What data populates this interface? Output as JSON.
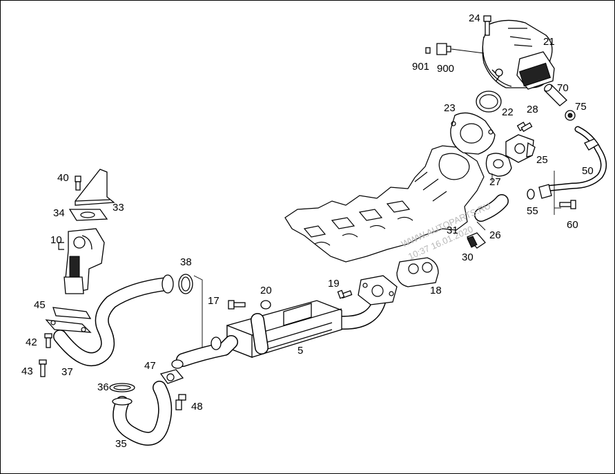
{
  "callouts": [
    {
      "id": "c24",
      "text": "24"
    },
    {
      "id": "c21",
      "text": "21"
    },
    {
      "id": "c901",
      "text": "901"
    },
    {
      "id": "c900",
      "text": "900"
    },
    {
      "id": "c70",
      "text": "70"
    },
    {
      "id": "c75",
      "text": "75"
    },
    {
      "id": "c23",
      "text": "23"
    },
    {
      "id": "c22",
      "text": "22"
    },
    {
      "id": "c28",
      "text": "28"
    },
    {
      "id": "c25",
      "text": "25"
    },
    {
      "id": "c50",
      "text": "50"
    },
    {
      "id": "c27",
      "text": "27"
    },
    {
      "id": "c55",
      "text": "55"
    },
    {
      "id": "c60",
      "text": "60"
    },
    {
      "id": "c40",
      "text": "40"
    },
    {
      "id": "c33",
      "text": "33"
    },
    {
      "id": "c34",
      "text": "34"
    },
    {
      "id": "c10",
      "text": "10"
    },
    {
      "id": "c31",
      "text": "31"
    },
    {
      "id": "c26",
      "text": "26"
    },
    {
      "id": "c30",
      "text": "30"
    },
    {
      "id": "c38",
      "text": "38"
    },
    {
      "id": "c18",
      "text": "18"
    },
    {
      "id": "c19",
      "text": "19"
    },
    {
      "id": "c20",
      "text": "20"
    },
    {
      "id": "c17",
      "text": "17"
    },
    {
      "id": "c45",
      "text": "45"
    },
    {
      "id": "c5",
      "text": "5"
    },
    {
      "id": "c42",
      "text": "42"
    },
    {
      "id": "c47",
      "text": "47"
    },
    {
      "id": "c37",
      "text": "37"
    },
    {
      "id": "c43",
      "text": "43"
    },
    {
      "id": "c36",
      "text": "36"
    },
    {
      "id": "c48",
      "text": "48"
    },
    {
      "id": "c35",
      "text": "35"
    }
  ],
  "watermark": {
    "line1": "WWW.AUTOPARTS.RU",
    "line2": "10:37 16.01.2020"
  }
}
